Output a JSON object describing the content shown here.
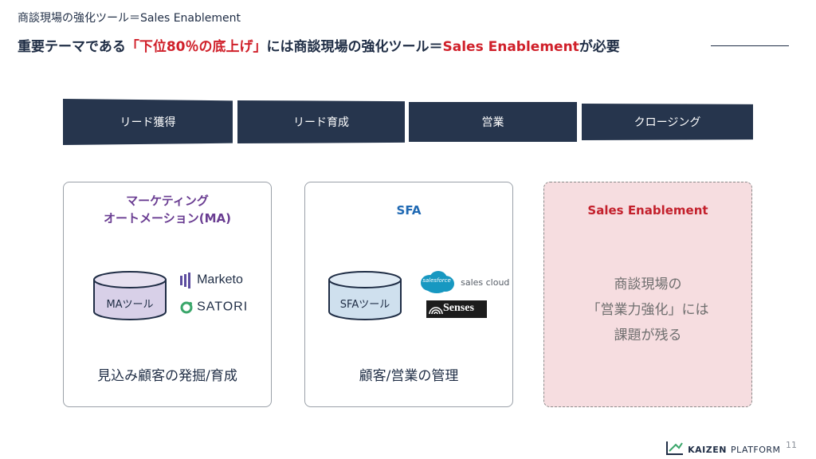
{
  "header": {
    "breadcrumb": "商談現場の強化ツール＝Sales Enablement",
    "headline_pre": "重要テーマである",
    "headline_highlight": "「下位80％の底上げ」",
    "headline_mid": "には商談現場の強化ツール＝",
    "headline_highlight2": "Sales Enablement",
    "headline_post": "が必要"
  },
  "stages": [
    "リード獲得",
    "リード育成",
    "営業",
    "クロージング"
  ],
  "cards": {
    "ma": {
      "title_line1": "マーケティング",
      "title_line2": "オートメーション(MA)",
      "tool_label": "MAツール",
      "logos": [
        "Marketo",
        "SATORI"
      ],
      "footer": "見込み顧客の発掘/育成"
    },
    "sfa": {
      "title": "SFA",
      "tool_label": "SFAツール",
      "logos": [
        "salesforce",
        "sales cloud",
        "Senses"
      ],
      "footer": "顧客/営業の管理"
    },
    "se": {
      "title": "Sales Enablement",
      "body_line1": "商談現場の",
      "body_line2": "「営業力強化」には",
      "body_line3": "課題が残る"
    }
  },
  "footer": {
    "page_number": "11",
    "brand_primary": "KAIZEN",
    "brand_secondary": "PLATFORM"
  },
  "colors": {
    "navy": "#26354d",
    "accent_red": "#d0202a",
    "ma_purple": "#6a3d92",
    "sfa_blue": "#1f69b3",
    "se_bg": "#f6dde0",
    "cylinder_fill": "#cfe0ee",
    "kaizen_green": "#3aa66a"
  }
}
